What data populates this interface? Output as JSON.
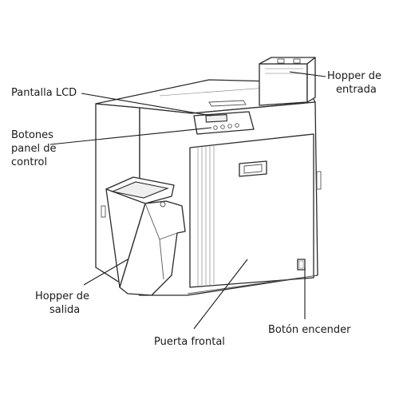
{
  "labels": {
    "lcd": "Pantalla LCD",
    "buttons": [
      "Botones",
      "panel de",
      "control"
    ],
    "hopper_in": [
      "Hopper de",
      "entrada"
    ],
    "hopper_out": [
      "Hopper de",
      "salida"
    ],
    "front_door": "Puerta frontal",
    "power_button": "Botón encender"
  }
}
